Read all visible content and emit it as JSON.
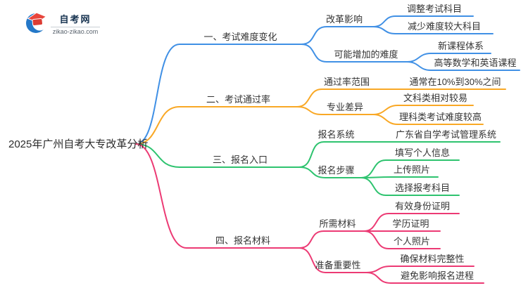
{
  "logo": {
    "site_name": "自考网",
    "site_url": "zikao-zikao.com"
  },
  "palette": {
    "branch1_blue": "#4090E5",
    "branch2_orange": "#F9A825",
    "branch3_green": "#2EC36F",
    "branch4_pink": "#EC3A74",
    "text": "#333333",
    "logo_navy": "#16324F",
    "logo_red": "#E8453C",
    "logo_blue": "#2478C8"
  },
  "root": {
    "label": "2025年广州自考大专改革分析"
  },
  "branches": [
    {
      "label": "一、考试难度变化",
      "children": [
        {
          "label": "改革影响",
          "children": [
            {
              "label": "调整考试科目"
            },
            {
              "label": "减少难度较大科目"
            }
          ]
        },
        {
          "label": "可能增加的难度",
          "children": [
            {
              "label": "新课程体系"
            },
            {
              "label": "高等数学和英语课程"
            }
          ]
        }
      ]
    },
    {
      "label": "二、考试通过率",
      "children": [
        {
          "label": "通过率范围",
          "children": [
            {
              "label": "通常在10%到30%之间"
            }
          ]
        },
        {
          "label": "专业差异",
          "children": [
            {
              "label": "文科类相对较易"
            },
            {
              "label": "理科类考试难度较高"
            }
          ]
        }
      ]
    },
    {
      "label": "三、报名入口",
      "children": [
        {
          "label": "报名系统",
          "children": [
            {
              "label": "广东省自学考试管理系统"
            }
          ]
        },
        {
          "label": "报名步骤",
          "children": [
            {
              "label": "填写个人信息"
            },
            {
              "label": "上传照片"
            },
            {
              "label": "选择报考科目"
            }
          ]
        }
      ]
    },
    {
      "label": "四、报名材料",
      "children": [
        {
          "label": "所需材料",
          "children": [
            {
              "label": "有效身份证明"
            },
            {
              "label": "学历证明"
            },
            {
              "label": "个人照片"
            }
          ]
        },
        {
          "label": "准备重要性",
          "children": [
            {
              "label": "确保材料完整性"
            },
            {
              "label": "避免影响报名进程"
            }
          ]
        }
      ]
    }
  ]
}
